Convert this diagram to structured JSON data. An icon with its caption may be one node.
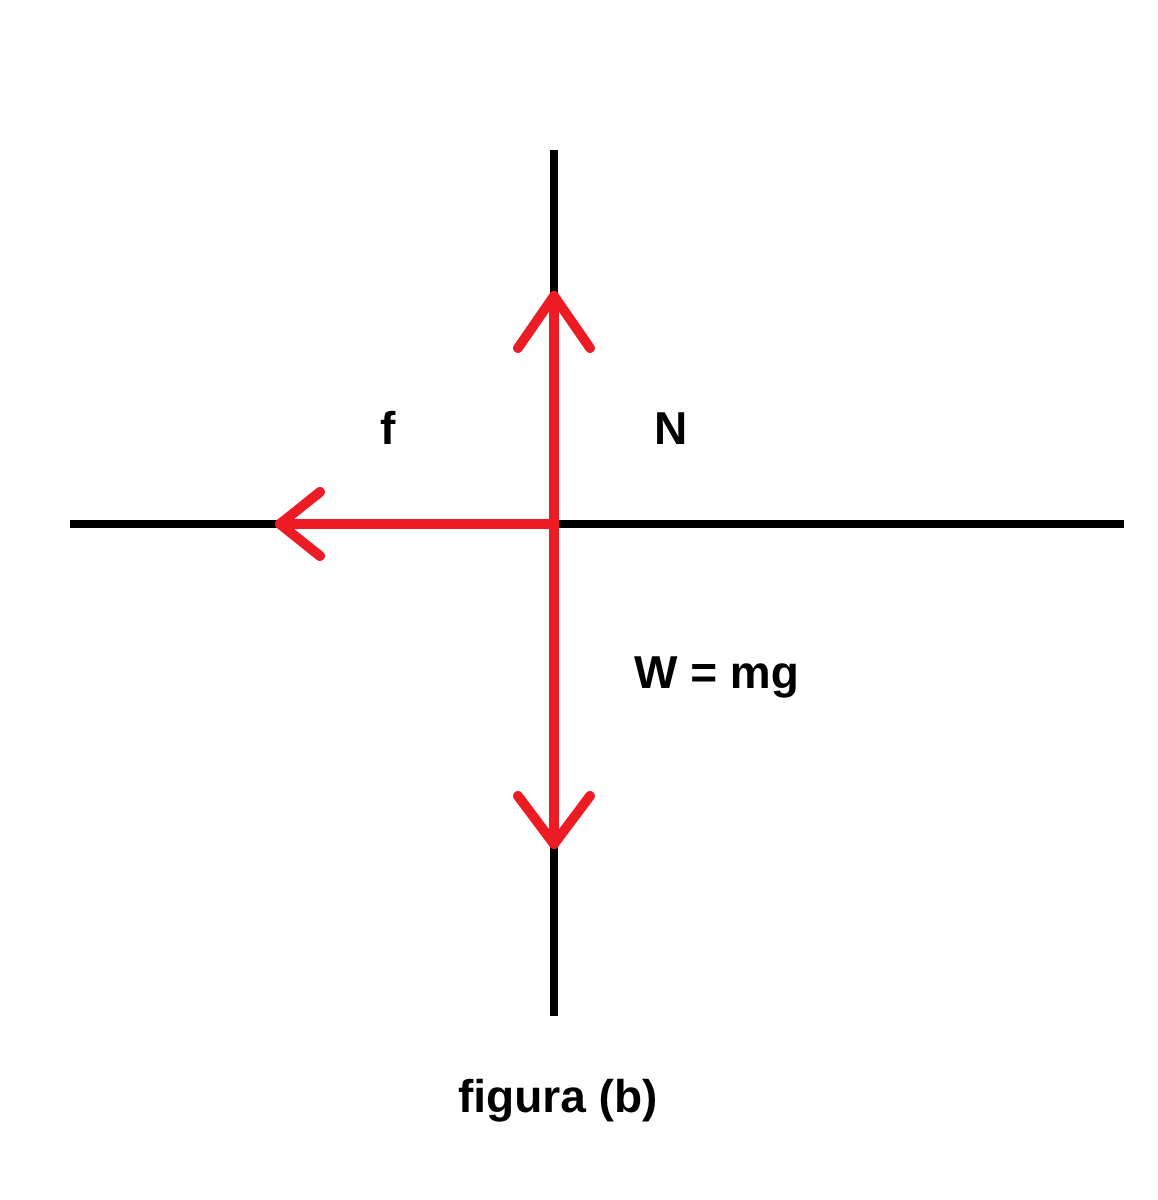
{
  "diagram": {
    "caption": "figura (b)",
    "labels": [
      "f",
      "N",
      "W = mg"
    ]
  }
}
